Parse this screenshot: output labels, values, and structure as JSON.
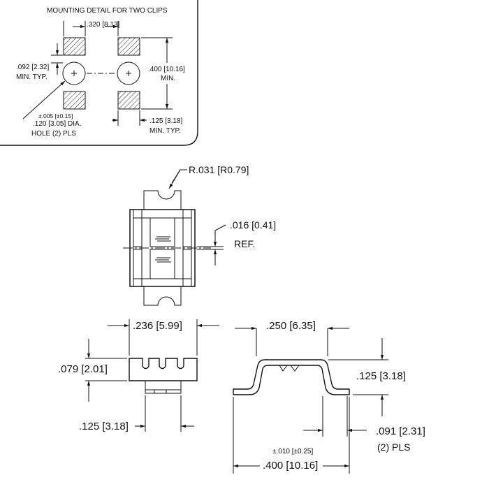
{
  "detail": {
    "title": "MOUNTING DETAIL FOR TWO CLIPS",
    "spacing": ".320 [8.13]",
    "pad_offset": ".092 [2.32]",
    "pad_offset_note": "MIN. TYP.",
    "height": ".400 [10.16]",
    "height_note": "MIN.",
    "hole_tolerance": "±.005 [±0.15]",
    "hole_dia": ".120 [3.05] DIA.",
    "hole_qty": "HOLE (2) PLS",
    "pad_width": ".125 [3.18]",
    "pad_width_note": "MIN. TYP."
  },
  "top_view": {
    "radius": "R.031 [R0.79]",
    "thickness": ".016 [0.41]",
    "thickness_note": "REF."
  },
  "front_view": {
    "width": ".236 [5.99]",
    "height": ".079 [2.01]",
    "foot": ".125 [3.18]"
  },
  "side_view": {
    "top_width": ".250 [6.35]",
    "height": ".125 [3.18]",
    "foot": ".091 [2.31]",
    "foot_qty": "(2) PLS",
    "tolerance": "±.010 [±0.25]",
    "overall": ".400 [10.16]"
  }
}
